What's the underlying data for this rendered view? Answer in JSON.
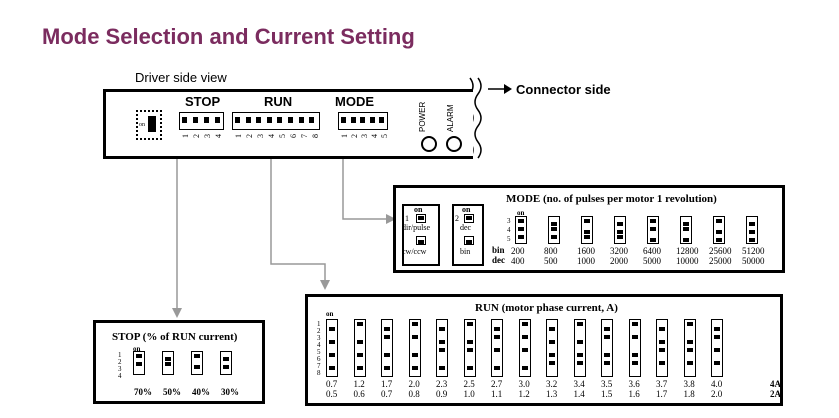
{
  "title": "Mode Selection and Current Setting",
  "driver": {
    "side_view": "Driver side view",
    "connector": "Connector side",
    "stop": "STOP",
    "run": "RUN",
    "mode": "MODE",
    "stop_nums": [
      "1",
      "2",
      "3",
      "4"
    ],
    "run_nums": [
      "1",
      "2",
      "3",
      "4",
      "5",
      "6",
      "7",
      "8"
    ],
    "mode_nums": [
      "1",
      "2",
      "3",
      "4",
      "5"
    ],
    "power": "POWER",
    "alarm": "ALARM",
    "on": "on"
  },
  "mode_panel": {
    "title": "MODE (no. of pulses per motor 1 revolution)",
    "on": "on",
    "sw1_num": "1",
    "sw1_label": "dir/pulse",
    "sw1_label2": "cw/ccw",
    "sw2_num": "2",
    "sw2_label": "dec",
    "sw2_label2": "bin",
    "rows": [
      "3",
      "4",
      "5"
    ],
    "bin_label": "bin",
    "dec_label": "dec",
    "bin_values": [
      "200",
      "800",
      "1600",
      "3200",
      "6400",
      "12800",
      "25600",
      "51200"
    ],
    "dec_values": [
      "400",
      "500",
      "1000",
      "2000",
      "5000",
      "10000",
      "25000",
      "50000"
    ]
  },
  "stop_panel": {
    "title": "STOP (% of RUN current)",
    "on": "on",
    "rows": [
      "1",
      "2",
      "3",
      "4"
    ],
    "values": [
      "70%",
      "50%",
      "40%",
      "30%"
    ]
  },
  "run_panel": {
    "title": "RUN (motor phase current, A)",
    "on": "on",
    "rows": [
      "1",
      "2",
      "3",
      "4",
      "5",
      "6",
      "7",
      "8"
    ],
    "values_4a": [
      "0.7",
      "1.2",
      "1.7",
      "2.0",
      "2.3",
      "2.5",
      "2.7",
      "3.0",
      "3.2",
      "3.4",
      "3.5",
      "3.6",
      "3.7",
      "3.8",
      "4.0"
    ],
    "values_2a": [
      "0.5",
      "0.6",
      "0.7",
      "0.8",
      "0.9",
      "1.0",
      "1.1",
      "1.2",
      "1.3",
      "1.4",
      "1.5",
      "1.6",
      "1.7",
      "1.8",
      "2.0"
    ],
    "label_4a": "4A",
    "label_2a": "2A"
  }
}
